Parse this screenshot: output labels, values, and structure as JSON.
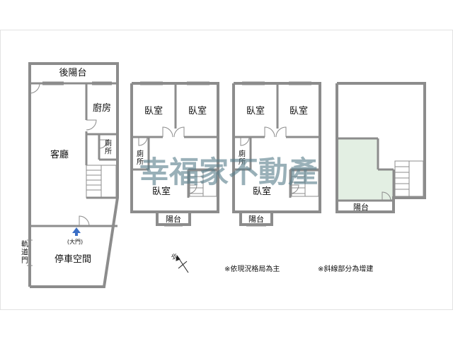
{
  "floor1": {
    "rear_balcony": "後陽台",
    "kitchen": "廚房",
    "toilet": "廁所",
    "living_room": "客廳",
    "main_door": "(大門)",
    "track_door": "軌道門",
    "parking_space": "停車空間"
  },
  "floor2": {
    "bedroom_a": "臥室",
    "bedroom_b": "臥室",
    "toilet": "廁所",
    "bedroom_c": "臥室",
    "balcony": "陽台"
  },
  "floor3": {
    "bedroom_a": "臥室",
    "bedroom_b": "臥室",
    "toilet": "廁所",
    "bedroom_c": "臥室",
    "balcony": "陽台"
  },
  "roof": {
    "balcony": "陽台"
  },
  "compass": {
    "north_label": "北"
  },
  "notes": {
    "layout_note": "※依現況格局為主",
    "hatch_note": "※斜線部分為增建"
  },
  "watermark": "幸福家不動產",
  "colors": {
    "wall": "#8c8c8c",
    "addition_fill": "#e3efe3",
    "watermark": "#5a7f8c",
    "arrow": "#3b6fc6"
  }
}
